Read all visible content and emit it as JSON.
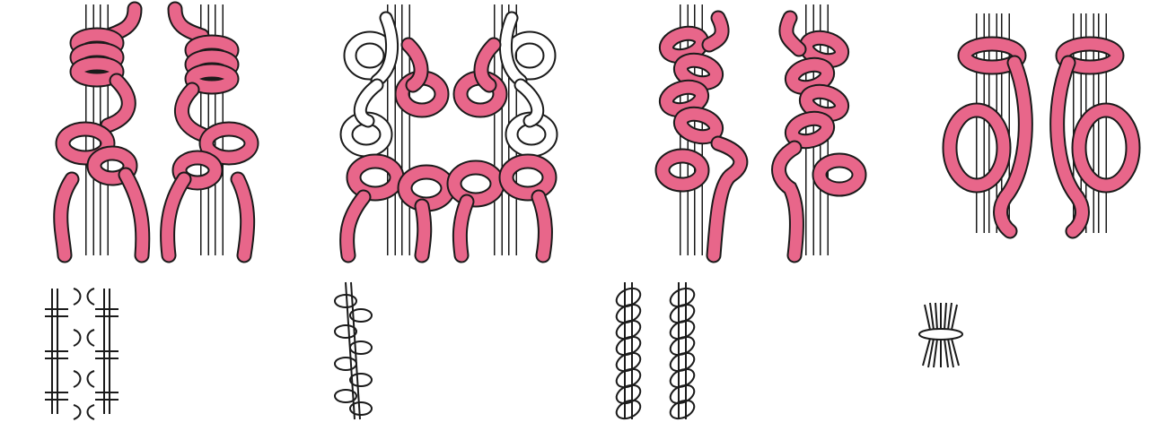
{
  "figure": {
    "colors": {
      "cord_fill": "#e8668a",
      "cord_light": "#ffffff",
      "outline": "#1a1a1a",
      "background": "#ffffff"
    },
    "panels": [
      {
        "id": "lark-head-sinnet",
        "pair": 2,
        "wraps": "double"
      },
      {
        "id": "alternating-half-hitch",
        "pair": 2,
        "wraps": "alternating"
      },
      {
        "id": "spiral-half-knot",
        "pair": 2,
        "wraps": "spiral"
      },
      {
        "id": "gathering-knot",
        "pair": 2,
        "wraps": "single"
      }
    ],
    "symbols": [
      {
        "id": "ladder-symbol"
      },
      {
        "id": "loop-chain-symbol"
      },
      {
        "id": "spiral-chain-symbol"
      },
      {
        "id": "bundle-symbol"
      }
    ]
  }
}
